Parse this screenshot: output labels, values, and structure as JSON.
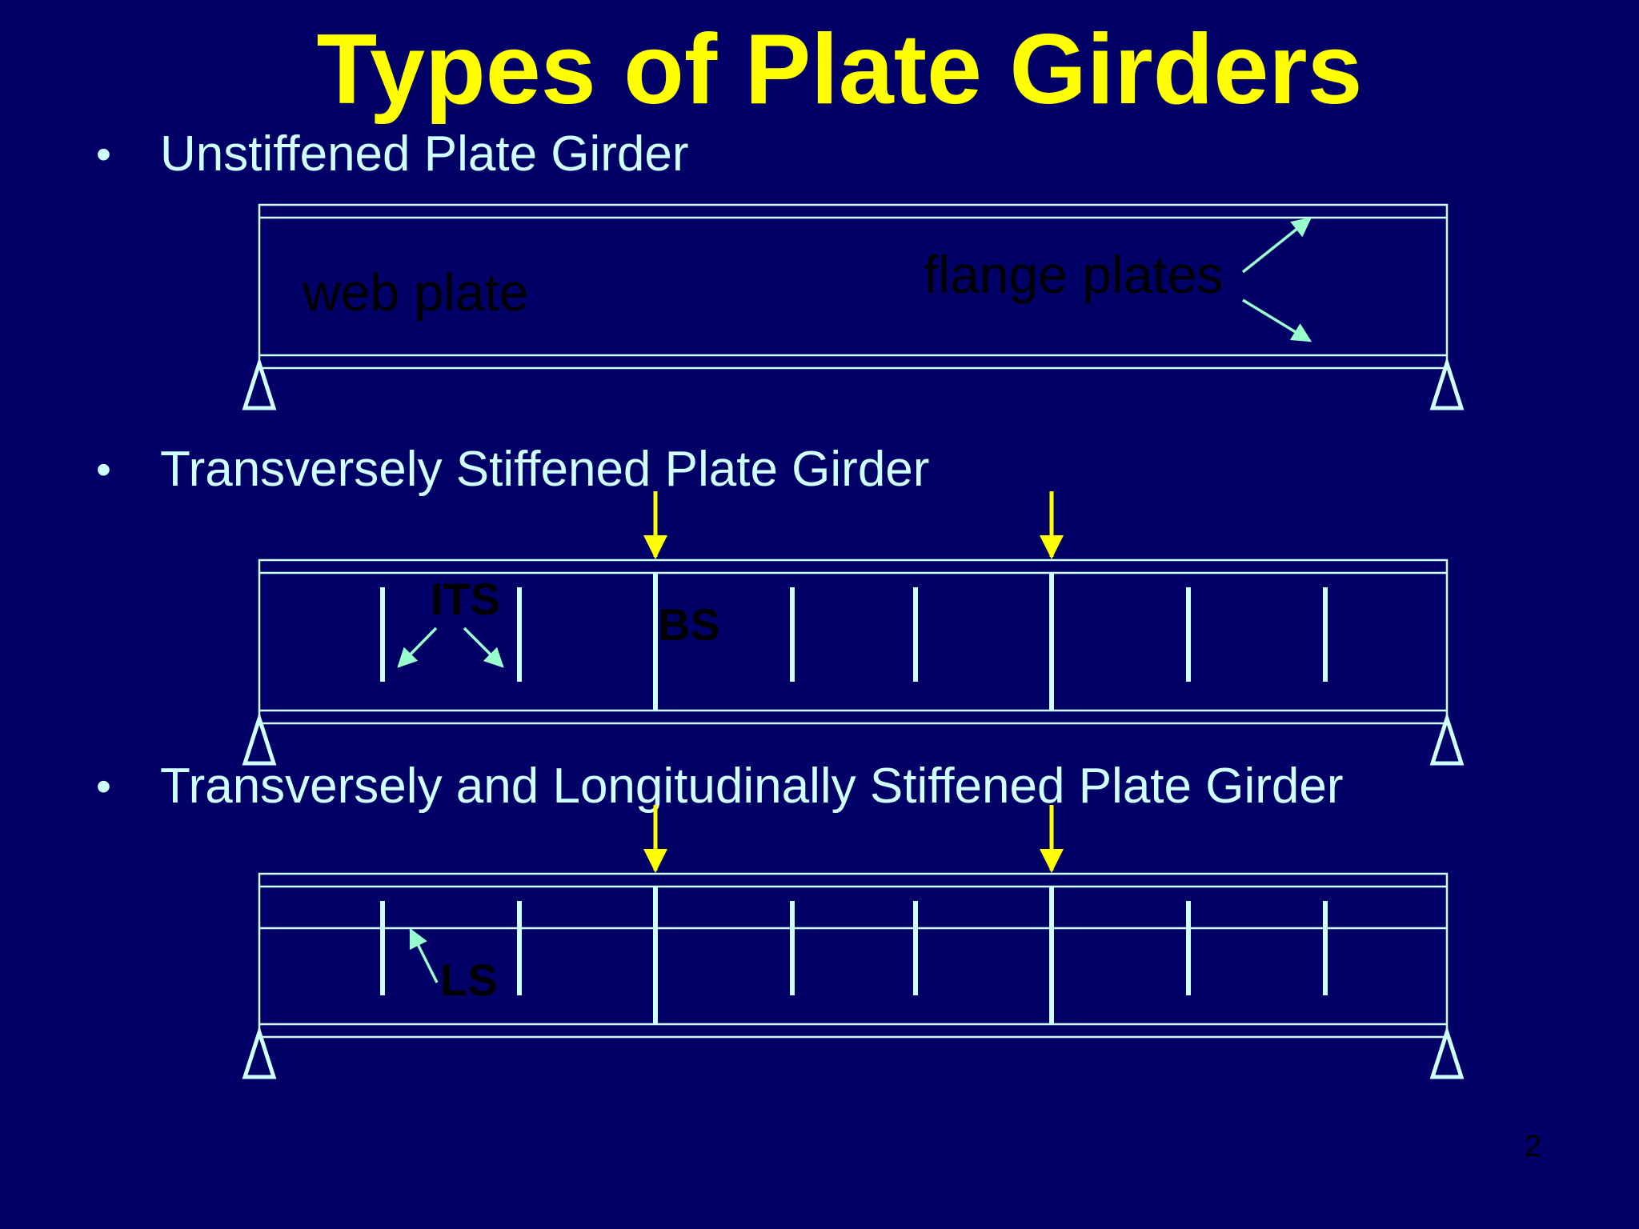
{
  "slide": {
    "title": "Types of Plate Girders",
    "page_number": "2"
  },
  "bullets": [
    {
      "marker": "•",
      "text": "Unstiffened Plate Girder"
    },
    {
      "marker": "•",
      "text": "Transversely Stiffened Plate Girder"
    },
    {
      "marker": "•",
      "text": "Transversely and Longitudinally Stiffened Plate Girder"
    }
  ],
  "labels": {
    "web_plate": "web plate",
    "flange_plates": "flange plates",
    "its": "ITS",
    "bs": "BS",
    "ls": "LS"
  },
  "colors": {
    "background": "#000066",
    "title": "#ffff00",
    "bullet_text": "#cfffff",
    "girder_line": "#cfffff",
    "arrow": "#99ffcc",
    "load_arrow": "#ffff00",
    "label": "#000000"
  }
}
